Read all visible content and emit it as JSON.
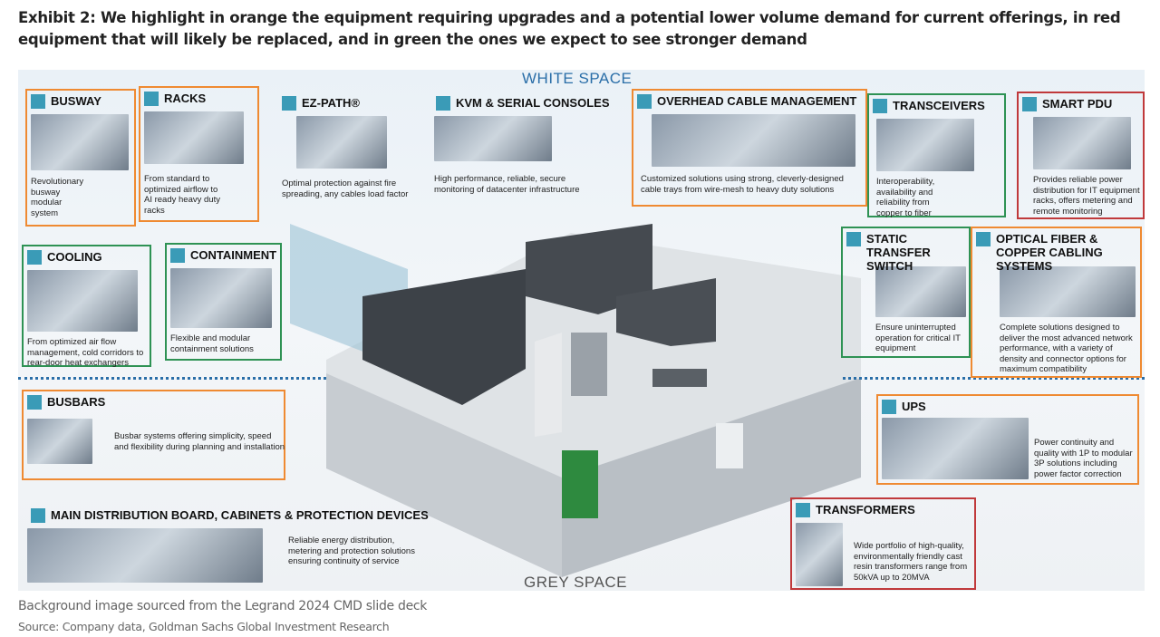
{
  "title": "Exhibit 2: We highlight in orange the equipment requiring upgrades and a potential lower volume demand for current offerings, in red equipment that will likely be replaced, and in green the ones we expect to see stronger demand",
  "white_space": "WHITE SPACE",
  "grey_space": "GREY SPACE",
  "legend_colors": {
    "orange": "#ef8a32",
    "red": "#c0393b",
    "green": "#2e9254"
  },
  "sections": [
    {
      "id": "busway",
      "title": "BUSWAY",
      "desc": "Revolutionary busway modular system",
      "category": "orange"
    },
    {
      "id": "racks",
      "title": "RACKS",
      "desc": "From standard to optimized airflow to AI ready heavy duty racks",
      "category": "orange"
    },
    {
      "id": "ezpath",
      "title": "EZ-PATH®",
      "desc": "Optimal protection against fire spreading, any cables load factor",
      "category": "none"
    },
    {
      "id": "kvm",
      "title": "KVM & SERIAL CONSOLES",
      "desc": "High performance, reliable, secure monitoring of datacenter infrastructure",
      "category": "none"
    },
    {
      "id": "overhead",
      "title": "OVERHEAD CABLE MANAGEMENT",
      "desc": "Customized solutions using strong, cleverly-designed cable trays from wire-mesh to heavy duty solutions",
      "category": "orange"
    },
    {
      "id": "transceivers",
      "title": "TRANSCEIVERS",
      "desc": "Interoperability, availability and reliability from copper to fiber",
      "category": "green"
    },
    {
      "id": "smartpdu",
      "title": "SMART PDU",
      "desc": "Provides reliable power distribution for IT equipment racks, offers metering and remote monitoring",
      "category": "red"
    },
    {
      "id": "cooling",
      "title": "COOLING",
      "desc": "From optimized air flow management, cold corridors to rear-door heat exchangers",
      "category": "green"
    },
    {
      "id": "containment",
      "title": "CONTAINMENT",
      "desc": "Flexible and modular containment solutions",
      "category": "green"
    },
    {
      "id": "sts",
      "title": "STATIC TRANSFER SWITCH",
      "desc": "Ensure uninterrupted operation for critical IT equipment",
      "category": "green"
    },
    {
      "id": "optical",
      "title": "OPTICAL FIBER & COPPER CABLING SYSTEMS",
      "desc": "Complete solutions designed to deliver the most advanced network performance, with a variety of density and connector options for maximum compatibility",
      "category": "orange"
    },
    {
      "id": "busbars",
      "title": "BUSBARS",
      "desc": "Busbar systems offering simplicity, speed and flexibility during planning and installation",
      "category": "orange"
    },
    {
      "id": "mdb",
      "title": "MAIN DISTRIBUTION BOARD, CABINETS & PROTECTION DEVICES",
      "desc": "Reliable energy distribution, metering and protection solutions ensuring continuity of service",
      "category": "none"
    },
    {
      "id": "ups",
      "title": "UPS",
      "desc": "Power continuity and quality with 1P to modular 3P solutions including power factor correction",
      "category": "orange"
    },
    {
      "id": "transformers",
      "title": "TRANSFORMERS",
      "desc": "Wide portfolio of high-quality, environmentally friendly cast resin transformers range from 50kVA up to 20MVA",
      "category": "red"
    }
  ],
  "caption": "Background image sourced from the Legrand 2024 CMD slide deck",
  "source": "Source: Company data, Goldman Sachs Global Investment Research"
}
